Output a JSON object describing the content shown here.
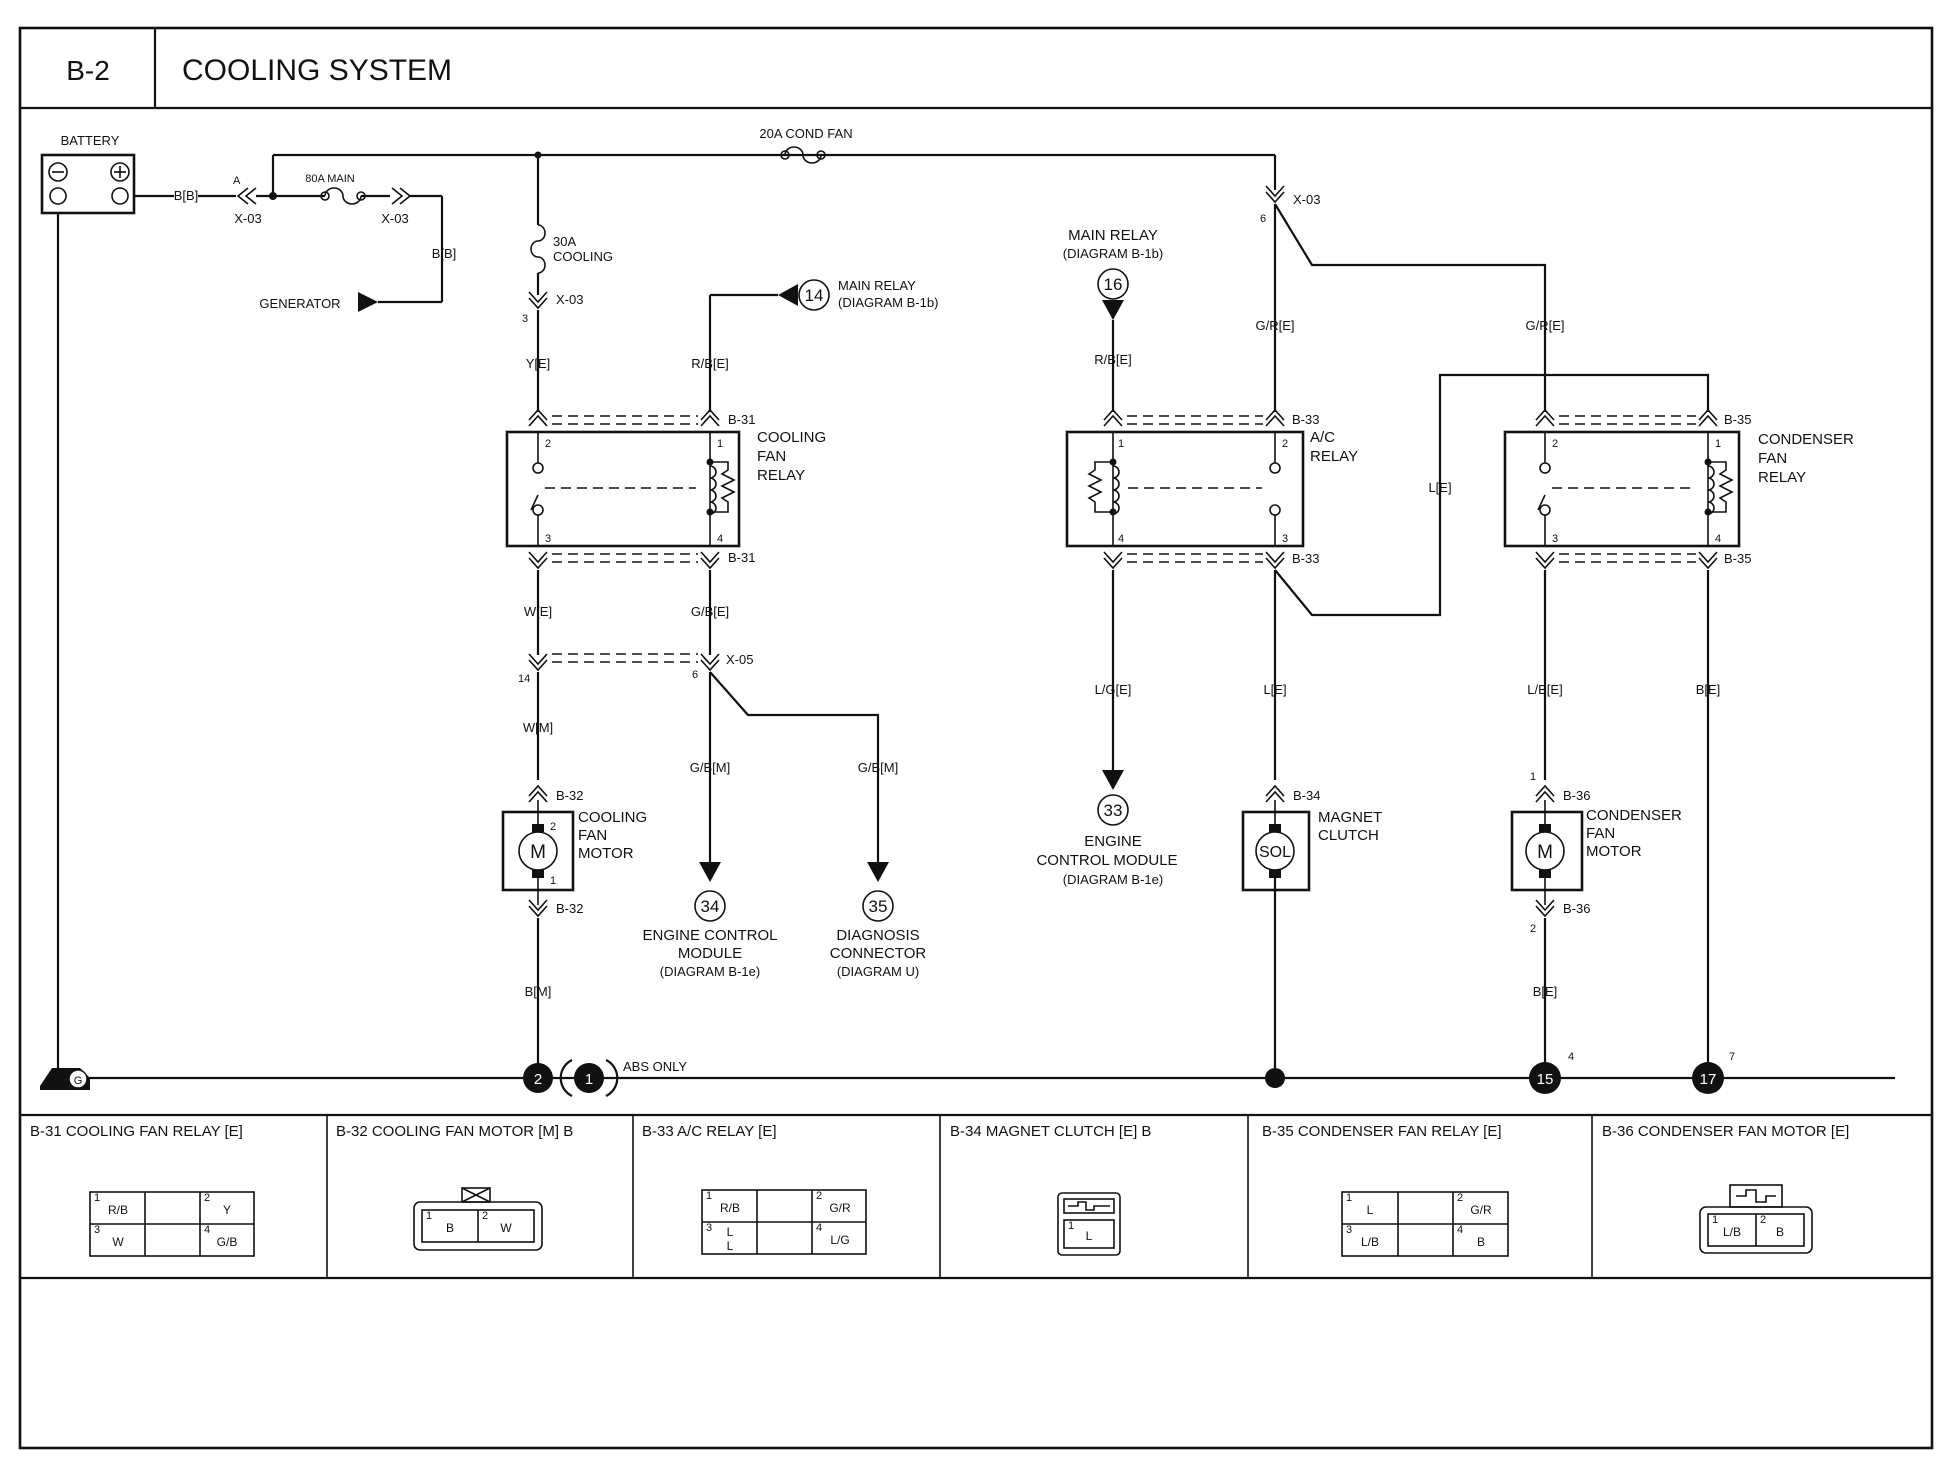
{
  "header": {
    "code": "B-2",
    "title": "COOLING SYSTEM"
  },
  "components": {
    "battery": "BATTERY",
    "generator": "GENERATOR",
    "fuse_main": "80A MAIN",
    "fuse_cooling": [
      "30A",
      "COOLING"
    ],
    "fuse_cond": "20A COND FAN",
    "cooling_fan_relay": [
      "COOLING",
      "FAN",
      "RELAY"
    ],
    "ac_relay": [
      "A/C",
      "RELAY"
    ],
    "condenser_fan_relay": [
      "CONDENSER",
      "FAN",
      "RELAY"
    ],
    "cooling_fan_motor": [
      "COOLING",
      "FAN",
      "MOTOR"
    ],
    "magnet_clutch": [
      "MAGNET",
      "CLUTCH"
    ],
    "condenser_fan_motor": [
      "CONDENSER",
      "FAN",
      "MOTOR"
    ],
    "motor_symbol": "M",
    "sol_symbol": "SOL",
    "ground_symbol": "G",
    "abs_only": "ABS ONLY"
  },
  "refs": {
    "r14": {
      "num": "14",
      "lines": [
        "MAIN RELAY",
        "(DIAGRAM B-1b)"
      ]
    },
    "r16": {
      "num": "16",
      "lines": [
        "MAIN RELAY",
        "(DIAGRAM B-1b)"
      ]
    },
    "r33": {
      "num": "33",
      "lines": [
        "ENGINE",
        "CONTROL MODULE",
        "(DIAGRAM B-1e)"
      ]
    },
    "r34": {
      "num": "34",
      "lines": [
        "ENGINE CONTROL",
        "MODULE",
        "(DIAGRAM B-1e)"
      ]
    },
    "r35": {
      "num": "35",
      "lines": [
        "DIAGNOSIS",
        "CONNECTOR",
        "(DIAGRAM U)"
      ]
    }
  },
  "grounds": {
    "g1": "1",
    "g2": "2",
    "g15": "15",
    "g17": "17",
    "g15_pin": "4",
    "g17_pin": "7"
  },
  "wires": {
    "bb1": "B[B]",
    "bb2": "B[B]",
    "ye": "Y[E]",
    "rbe1": "R/B[E]",
    "rbe2": "R/B[E]",
    "we": "W[E]",
    "gbe": "G/B[E]",
    "wm": "W[M]",
    "gbm1": "G/B[M]",
    "gbm2": "G/B[M]",
    "bm": "B[M]",
    "gre1": "G/R[E]",
    "gre2": "G/R[E]",
    "le1": "L[E]",
    "lge": "L/G[E]",
    "le2": "L[E]",
    "lbe": "L/B[E]",
    "be1": "B[E]",
    "be2": "B[E]"
  },
  "connectors": {
    "x03a": "X-03",
    "x03b": "X-03",
    "x03c": "X-03",
    "x03d": "X-03",
    "x05": "X-05",
    "b31a": "B-31",
    "b31b": "B-31",
    "b32a": "B-32",
    "b32b": "B-32",
    "b33a": "B-33",
    "b33b": "B-33",
    "b34": "B-34",
    "b35a": "B-35",
    "b35b": "B-35",
    "b36a": "B-36",
    "b36b": "B-36",
    "pinA": "A",
    "p3": "3",
    "p6": "6",
    "p14": "14",
    "p6b": "6",
    "p1": "1",
    "p2": "2"
  },
  "relay_pins": [
    "2",
    "1",
    "3",
    "4"
  ],
  "motor_pins": [
    "2",
    "1"
  ],
  "footer": {
    "b31": {
      "title": "B-31 COOLING FAN RELAY [E]",
      "cells": [
        {
          "pin": "1",
          "val": "R/B"
        },
        {
          "pin": "2",
          "val": "Y"
        },
        {
          "pin": "3",
          "val": "W"
        },
        {
          "pin": "4",
          "val": "G/B"
        }
      ]
    },
    "b32": {
      "title": "B-32 COOLING FAN MOTOR [M] B",
      "cells": [
        {
          "pin": "1",
          "val": "B"
        },
        {
          "pin": "2",
          "val": "W"
        }
      ]
    },
    "b33": {
      "title": "B-33 A/C RELAY [E]",
      "cells": [
        {
          "pin": "1",
          "val": "R/B"
        },
        {
          "pin": "2",
          "val": "G/R"
        },
        {
          "pin": "3",
          "val": "L"
        },
        {
          "pin": "",
          "val": "L"
        },
        {
          "pin": "4",
          "val": "L/G"
        }
      ]
    },
    "b34": {
      "title": "B-34 MAGNET CLUTCH [E] B",
      "cells": [
        {
          "pin": "1",
          "val": "L"
        }
      ]
    },
    "b35": {
      "title": "B-35 CONDENSER FAN RELAY [E]",
      "cells": [
        {
          "pin": "1",
          "val": "L"
        },
        {
          "pin": "2",
          "val": "G/R"
        },
        {
          "pin": "3",
          "val": "L/B"
        },
        {
          "pin": "4",
          "val": "B"
        }
      ]
    },
    "b36": {
      "title": "B-36 CONDENSER FAN MOTOR [E]",
      "cells": [
        {
          "pin": "1",
          "val": "L/B"
        },
        {
          "pin": "2",
          "val": "B"
        }
      ]
    }
  }
}
